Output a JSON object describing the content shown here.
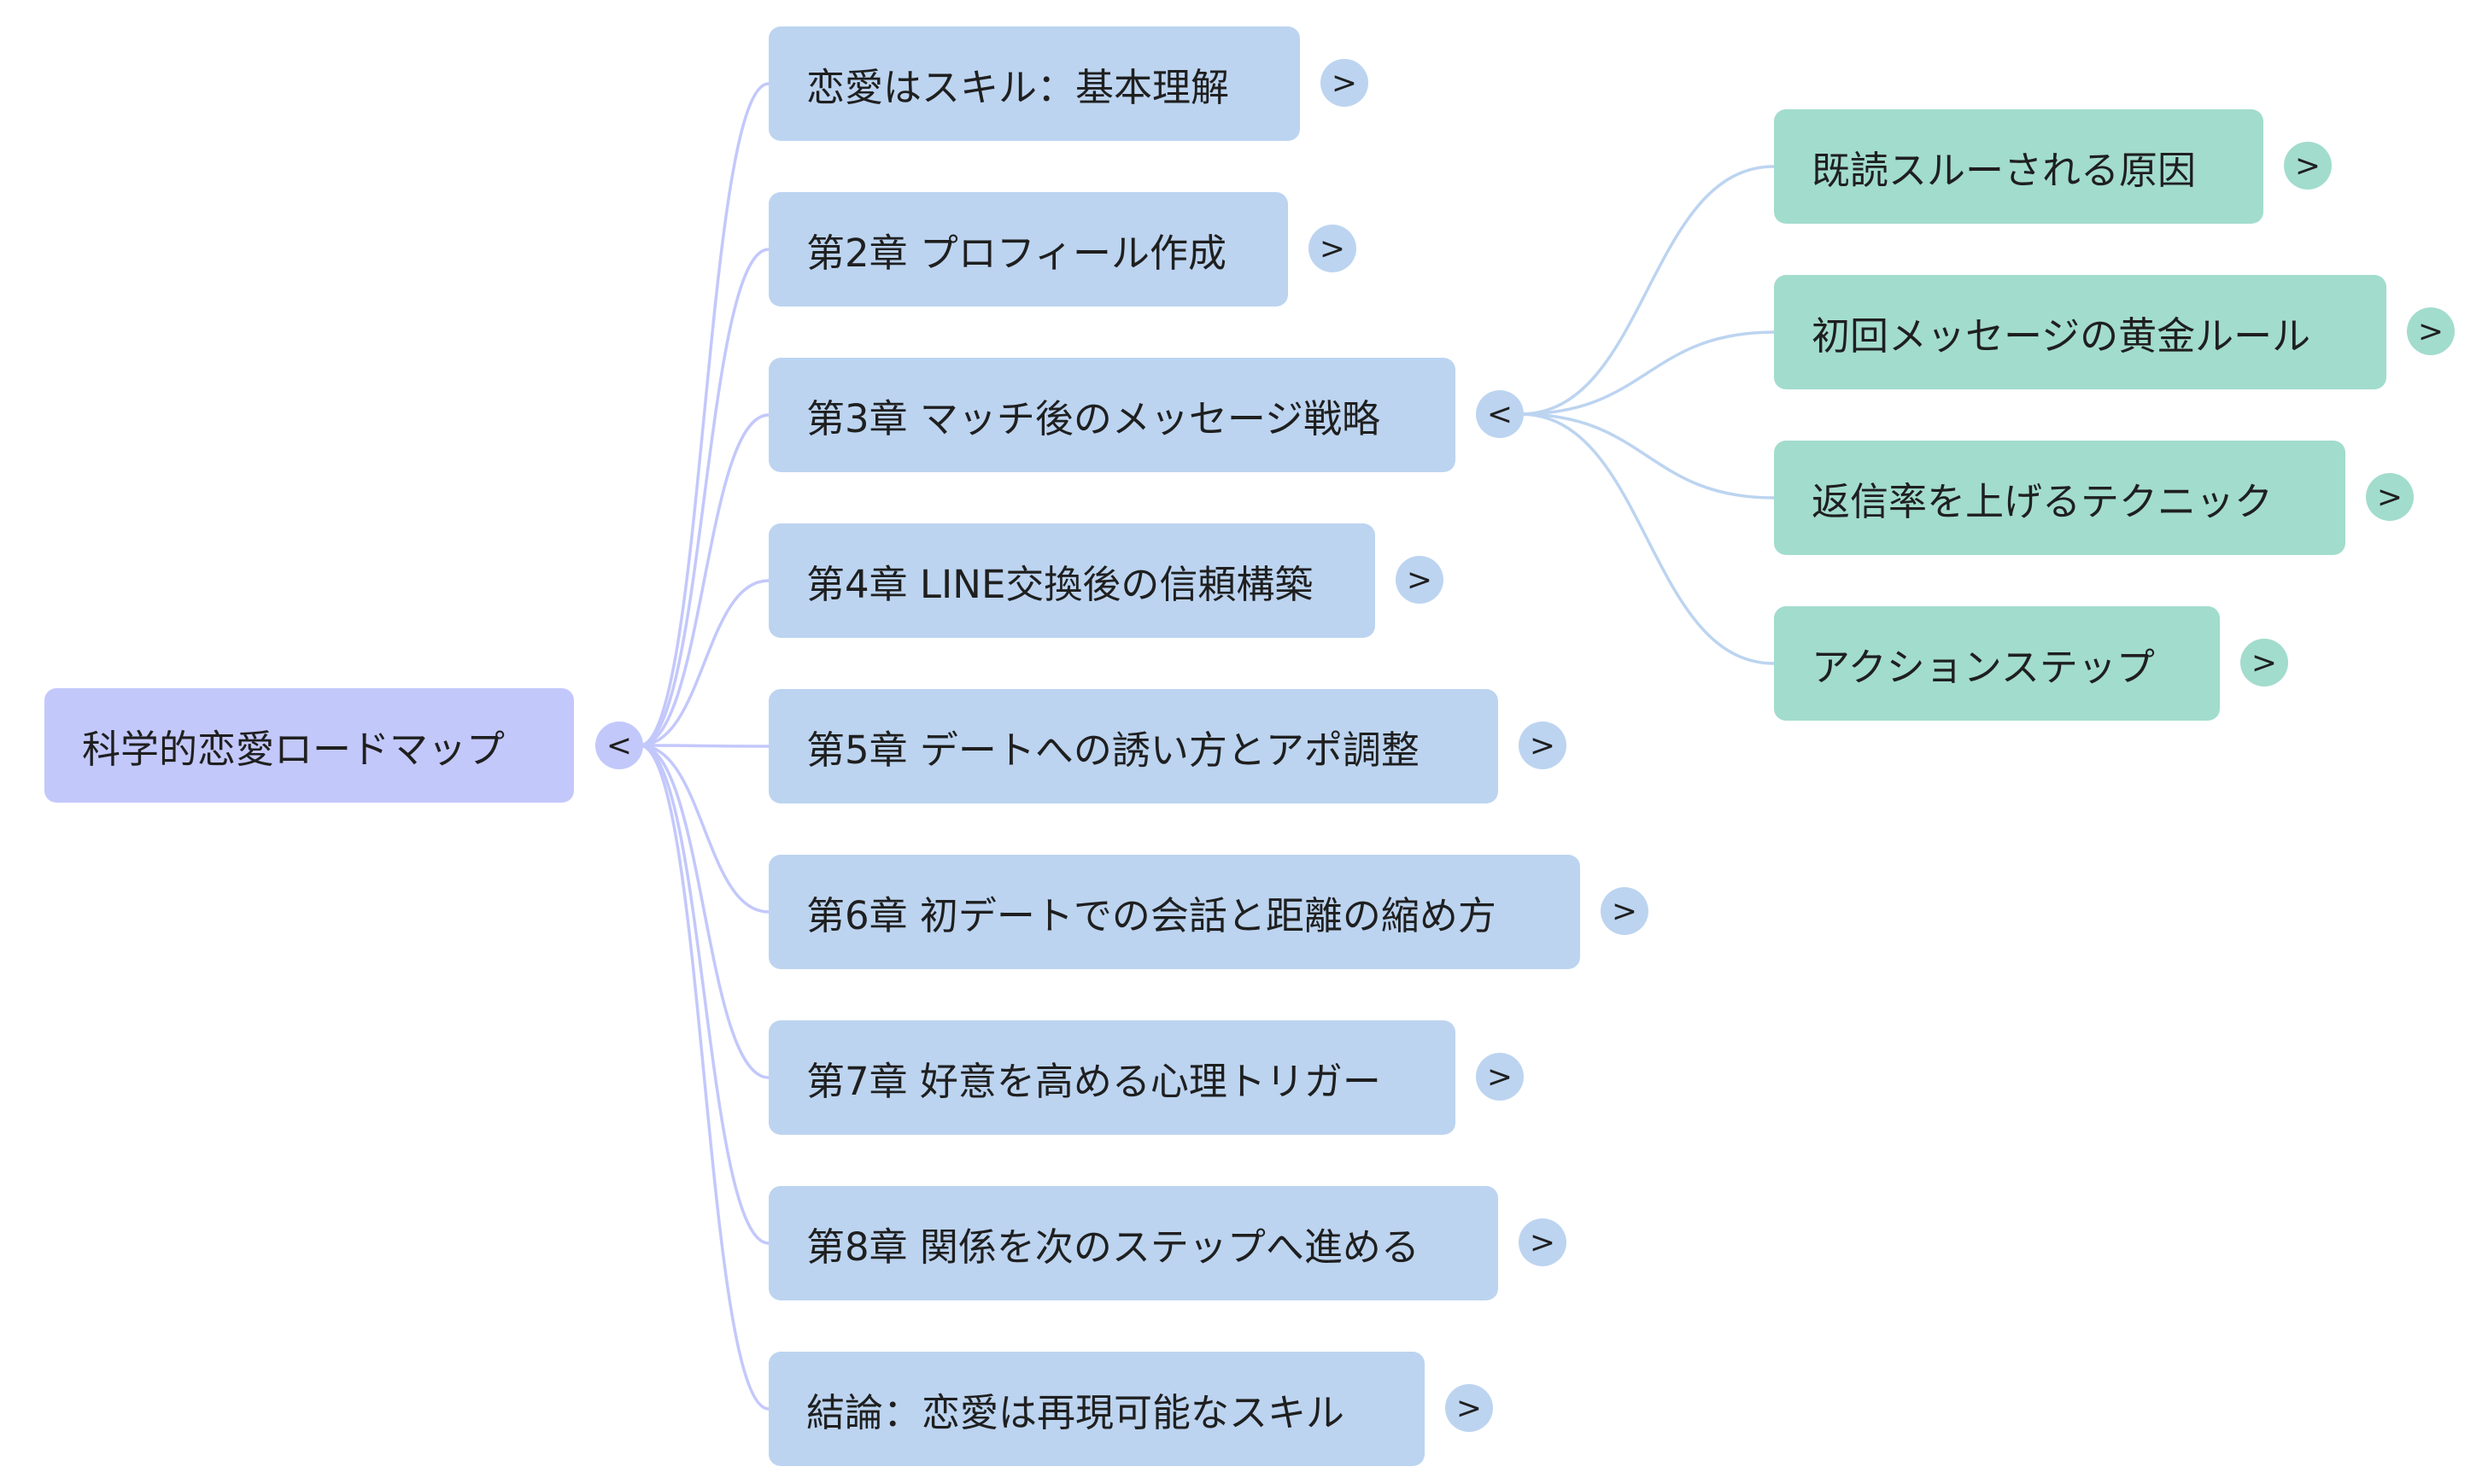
{
  "mindmap": {
    "root": {
      "label": "科学的恋愛ロードマップ",
      "toggle": "<"
    },
    "chapters": [
      {
        "label": "恋愛はスキル：基本理解",
        "toggle": ">"
      },
      {
        "label": "第2章 プロフィール作成",
        "toggle": ">"
      },
      {
        "label": "第3章 マッチ後のメッセージ戦略",
        "toggle": "<",
        "children": [
          {
            "label": "既読スルーされる原因",
            "toggle": ">"
          },
          {
            "label": "初回メッセージの黄金ルール",
            "toggle": ">"
          },
          {
            "label": "返信率を上げるテクニック",
            "toggle": ">"
          },
          {
            "label": "アクションステップ",
            "toggle": ">"
          }
        ]
      },
      {
        "label": "第4章 LINE交換後の信頼構築",
        "toggle": ">"
      },
      {
        "label": "第5章 デートへの誘い方とアポ調整",
        "toggle": ">"
      },
      {
        "label": "第6章 初デートでの会話と距離の縮め方",
        "toggle": ">"
      },
      {
        "label": "第7章 好意を高める心理トリガー",
        "toggle": ">"
      },
      {
        "label": "第8章 関係を次のステップへ進める",
        "toggle": ">"
      },
      {
        "label": "結論：恋愛は再現可能なスキル",
        "toggle": ">"
      }
    ]
  },
  "colors": {
    "root_fill": "#c3c8fb",
    "chapter_fill": "#bcd4f0",
    "subtopic_fill": "#a2dccd",
    "root_edge": "#c3c8fb",
    "chapter_edge": "#bcd4f0"
  }
}
